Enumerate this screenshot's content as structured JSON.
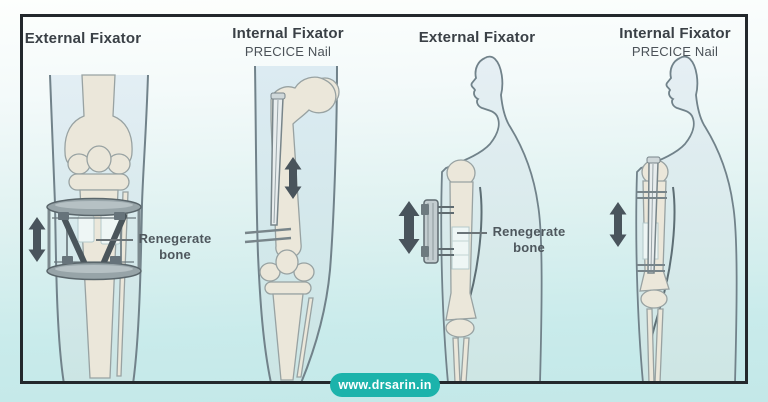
{
  "figure": {
    "panels": [
      {
        "id": "leg-external-fixator",
        "title": "External Fixator",
        "annotation": "Renegerate bone"
      },
      {
        "id": "leg-internal-fixator",
        "title": "Internal Fixator",
        "subtitle": "PRECICE Nail"
      },
      {
        "id": "arm-external-fixator",
        "title": "External Fixator",
        "annotation": "Renegerate bone"
      },
      {
        "id": "arm-internal-fixator",
        "title": "Internal Fixator",
        "subtitle": "PRECICE Nail"
      }
    ]
  },
  "icons": {
    "lengthening_arrow": "double-headed-vertical-arrow"
  },
  "colors": {
    "badge_teal": "#1cb3ab",
    "frame_border": "#23282c",
    "arrow_gray": "#49545c",
    "title_text": "#3a4046",
    "annotation_text": "#4e575d",
    "background_top": "#fdfffd",
    "background_bottom": "#c3e8e8"
  },
  "footer": {
    "website": "www.drsarin.in"
  }
}
